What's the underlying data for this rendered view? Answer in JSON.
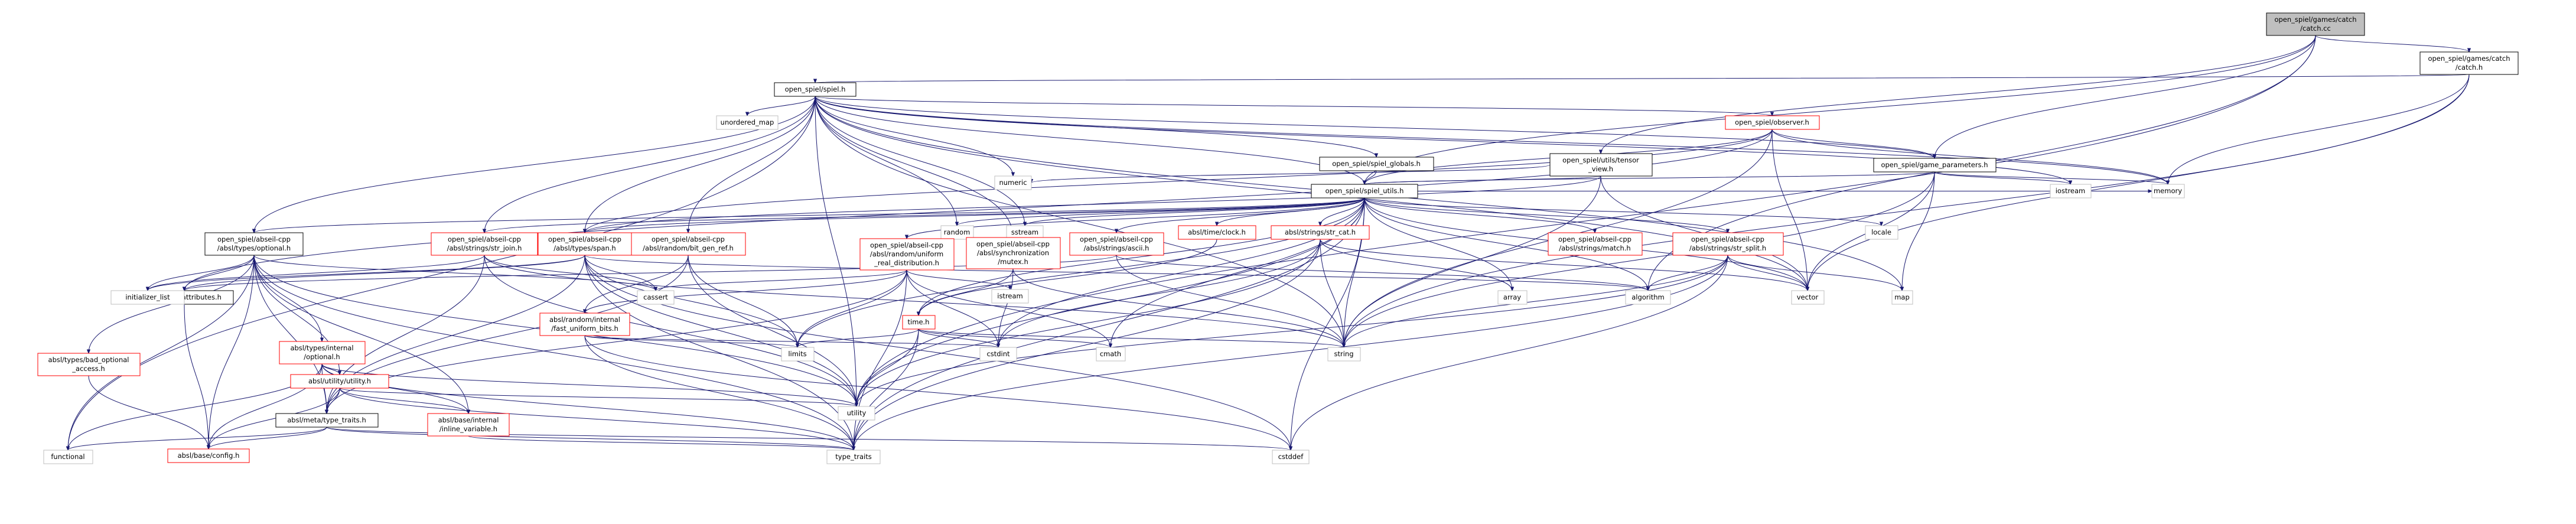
{
  "colors": {
    "root_fill": "#bfbfbf",
    "node_fill": "#ffffff",
    "node_stroke": "#000000",
    "noexpand_stroke": "#bfbfbf",
    "link_stroke": "#ff0000",
    "edge": "#191970"
  },
  "nodes": [
    {
      "id": "catch_cc",
      "lines": [
        "open_spiel/games/catch",
        "/catch.cc"
      ],
      "kind": "root"
    },
    {
      "id": "catch_h",
      "lines": [
        "open_spiel/games/catch",
        "/catch.h"
      ],
      "kind": "file"
    },
    {
      "id": "spiel_h",
      "lines": [
        "open_spiel/spiel.h"
      ],
      "kind": "file"
    },
    {
      "id": "tensor_view",
      "lines": [
        "open_spiel/utils/tensor",
        "_view.h"
      ],
      "kind": "file"
    },
    {
      "id": "observer",
      "lines": [
        "open_spiel/observer.h"
      ],
      "kind": "link"
    },
    {
      "id": "game_parameters",
      "lines": [
        "open_spiel/game_parameters.h"
      ],
      "kind": "file"
    },
    {
      "id": "spiel_globals",
      "lines": [
        "open_spiel/spiel_globals.h"
      ],
      "kind": "file"
    },
    {
      "id": "spiel_utils",
      "lines": [
        "open_spiel/spiel_utils.h"
      ],
      "kind": "file"
    },
    {
      "id": "unordered_map",
      "lines": [
        "unordered_map"
      ],
      "kind": "system"
    },
    {
      "id": "numeric",
      "lines": [
        "numeric"
      ],
      "kind": "system"
    },
    {
      "id": "iostream",
      "lines": [
        "iostream"
      ],
      "kind": "system"
    },
    {
      "id": "memory",
      "lines": [
        "memory"
      ],
      "kind": "system"
    },
    {
      "id": "random",
      "lines": [
        "random"
      ],
      "kind": "system"
    },
    {
      "id": "sstream",
      "lines": [
        "sstream"
      ],
      "kind": "system"
    },
    {
      "id": "locale",
      "lines": [
        "locale"
      ],
      "kind": "system"
    },
    {
      "id": "optional_h",
      "lines": [
        "open_spiel/abseil-cpp",
        "/absl/types/optional.h"
      ],
      "kind": "file"
    },
    {
      "id": "str_join",
      "lines": [
        "open_spiel/abseil-cpp",
        "/absl/strings/str_join.h"
      ],
      "kind": "link"
    },
    {
      "id": "span",
      "lines": [
        "open_spiel/abseil-cpp",
        "/absl/types/span.h"
      ],
      "kind": "link"
    },
    {
      "id": "bit_gen_ref",
      "lines": [
        "open_spiel/abseil-cpp",
        "/absl/random/bit_gen_ref.h"
      ],
      "kind": "link"
    },
    {
      "id": "uniform_real",
      "lines": [
        "open_spiel/abseil-cpp",
        "/absl/random/uniform",
        "_real_distribution.h"
      ],
      "kind": "link"
    },
    {
      "id": "mutex",
      "lines": [
        "open_spiel/abseil-cpp",
        "/absl/synchronization",
        "/mutex.h"
      ],
      "kind": "link"
    },
    {
      "id": "ascii",
      "lines": [
        "open_spiel/abseil-cpp",
        "/absl/strings/ascii.h"
      ],
      "kind": "link"
    },
    {
      "id": "clock",
      "lines": [
        "absl/time/clock.h"
      ],
      "kind": "link"
    },
    {
      "id": "str_cat",
      "lines": [
        "absl/strings/str_cat.h"
      ],
      "kind": "link"
    },
    {
      "id": "match",
      "lines": [
        "open_spiel/abseil-cpp",
        "/absl/strings/match.h"
      ],
      "kind": "link"
    },
    {
      "id": "str_split",
      "lines": [
        "open_spiel/abseil-cpp",
        "/absl/strings/str_split.h"
      ],
      "kind": "link"
    },
    {
      "id": "bad_optional",
      "lines": [
        "absl/types/bad_optional",
        "_access.h"
      ],
      "kind": "link"
    },
    {
      "id": "internal_optional",
      "lines": [
        "absl/types/internal",
        "/optional.h"
      ],
      "kind": "link"
    },
    {
      "id": "fast_uniform",
      "lines": [
        "absl/random/internal",
        "/fast_uniform_bits.h"
      ],
      "kind": "link"
    },
    {
      "id": "time_h",
      "lines": [
        "time.h"
      ],
      "kind": "link"
    },
    {
      "id": "attributes",
      "lines": [
        "absl/base/attributes.h"
      ],
      "kind": "file"
    },
    {
      "id": "utility_h",
      "lines": [
        "absl/utility/utility.h"
      ],
      "kind": "link"
    },
    {
      "id": "inline_variable",
      "lines": [
        "absl/base/internal",
        "/inline_variable.h"
      ],
      "kind": "link"
    },
    {
      "id": "type_traits_h",
      "lines": [
        "absl/meta/type_traits.h"
      ],
      "kind": "file"
    },
    {
      "id": "config",
      "lines": [
        "absl/base/config.h"
      ],
      "kind": "link"
    },
    {
      "id": "initializer_list",
      "lines": [
        "initializer_list"
      ],
      "kind": "system"
    },
    {
      "id": "cassert",
      "lines": [
        "cassert"
      ],
      "kind": "system"
    },
    {
      "id": "functional",
      "lines": [
        "functional"
      ],
      "kind": "system"
    },
    {
      "id": "utility",
      "lines": [
        "utility"
      ],
      "kind": "system"
    },
    {
      "id": "type_traits",
      "lines": [
        "type_traits"
      ],
      "kind": "system"
    },
    {
      "id": "cstddef",
      "lines": [
        "cstddef"
      ],
      "kind": "system"
    },
    {
      "id": "limits",
      "lines": [
        "limits"
      ],
      "kind": "system"
    },
    {
      "id": "cstdint",
      "lines": [
        "cstdint"
      ],
      "kind": "system"
    },
    {
      "id": "cmath",
      "lines": [
        "cmath"
      ],
      "kind": "system"
    },
    {
      "id": "istream",
      "lines": [
        "istream"
      ],
      "kind": "system"
    },
    {
      "id": "string",
      "lines": [
        "string"
      ],
      "kind": "system"
    },
    {
      "id": "array",
      "lines": [
        "array"
      ],
      "kind": "system"
    },
    {
      "id": "algorithm",
      "lines": [
        "algorithm"
      ],
      "kind": "system"
    },
    {
      "id": "vector",
      "lines": [
        "vector"
      ],
      "kind": "system"
    },
    {
      "id": "map",
      "lines": [
        "map"
      ],
      "kind": "system"
    }
  ],
  "edges": [
    [
      "catch_cc",
      "catch_h"
    ],
    [
      "catch_cc",
      "tensor_view"
    ],
    [
      "catch_cc",
      "game_parameters"
    ],
    [
      "catch_cc",
      "spiel_utils"
    ],
    [
      "catch_cc",
      "algorithm"
    ],
    [
      "catch_cc",
      "utility"
    ],
    [
      "catch_h",
      "spiel_h"
    ],
    [
      "catch_h",
      "memory"
    ],
    [
      "catch_h",
      "vector"
    ],
    [
      "catch_h",
      "string"
    ],
    [
      "spiel_h",
      "observer"
    ],
    [
      "spiel_h",
      "game_parameters"
    ],
    [
      "spiel_h",
      "spiel_globals"
    ],
    [
      "spiel_h",
      "spiel_utils"
    ],
    [
      "spiel_h",
      "unordered_map"
    ],
    [
      "spiel_h",
      "numeric"
    ],
    [
      "spiel_h",
      "iostream"
    ],
    [
      "spiel_h",
      "memory"
    ],
    [
      "spiel_h",
      "random"
    ],
    [
      "spiel_h",
      "sstream"
    ],
    [
      "spiel_h",
      "optional_h"
    ],
    [
      "spiel_h",
      "str_join"
    ],
    [
      "spiel_h",
      "span"
    ],
    [
      "spiel_h",
      "bit_gen_ref"
    ],
    [
      "spiel_h",
      "mutex"
    ],
    [
      "spiel_h",
      "functional"
    ],
    [
      "spiel_h",
      "utility"
    ],
    [
      "spiel_h",
      "string"
    ],
    [
      "spiel_h",
      "vector"
    ],
    [
      "spiel_h",
      "map"
    ],
    [
      "tensor_view",
      "spiel_utils"
    ],
    [
      "tensor_view",
      "span"
    ],
    [
      "tensor_view",
      "string"
    ],
    [
      "tensor_view",
      "vector"
    ],
    [
      "tensor_view",
      "numeric"
    ],
    [
      "observer",
      "game_parameters"
    ],
    [
      "observer",
      "spiel_utils"
    ],
    [
      "observer",
      "span"
    ],
    [
      "observer",
      "memory"
    ],
    [
      "observer",
      "string"
    ],
    [
      "observer",
      "vector"
    ],
    [
      "observer",
      "attributes"
    ],
    [
      "game_parameters",
      "spiel_utils"
    ],
    [
      "game_parameters",
      "memory"
    ],
    [
      "game_parameters",
      "map"
    ],
    [
      "game_parameters",
      "string"
    ],
    [
      "game_parameters",
      "vector"
    ],
    [
      "game_parameters",
      "iostream"
    ],
    [
      "spiel_globals",
      "spiel_utils"
    ],
    [
      "spiel_utils",
      "optional_h"
    ],
    [
      "spiel_utils",
      "str_join"
    ],
    [
      "spiel_utils",
      "span"
    ],
    [
      "spiel_utils",
      "uniform_real"
    ],
    [
      "spiel_utils",
      "ascii"
    ],
    [
      "spiel_utils",
      "clock"
    ],
    [
      "spiel_utils",
      "str_cat"
    ],
    [
      "spiel_utils",
      "match"
    ],
    [
      "spiel_utils",
      "str_split"
    ],
    [
      "spiel_utils",
      "time_h"
    ],
    [
      "spiel_utils",
      "random"
    ],
    [
      "spiel_utils",
      "sstream"
    ],
    [
      "spiel_utils",
      "locale"
    ],
    [
      "spiel_utils",
      "memory"
    ],
    [
      "spiel_utils",
      "array"
    ],
    [
      "spiel_utils",
      "algorithm"
    ],
    [
      "spiel_utils",
      "cmath"
    ],
    [
      "spiel_utils",
      "cstdint"
    ],
    [
      "spiel_utils",
      "cstddef"
    ],
    [
      "spiel_utils",
      "string"
    ],
    [
      "spiel_utils",
      "vector"
    ],
    [
      "spiel_utils",
      "utility"
    ],
    [
      "spiel_utils",
      "type_traits"
    ],
    [
      "spiel_utils",
      "limits"
    ],
    [
      "optional_h",
      "bad_optional"
    ],
    [
      "optional_h",
      "internal_optional"
    ],
    [
      "optional_h",
      "attributes"
    ],
    [
      "optional_h",
      "utility_h"
    ],
    [
      "optional_h",
      "type_traits_h"
    ],
    [
      "optional_h",
      "config"
    ],
    [
      "optional_h",
      "initializer_list"
    ],
    [
      "optional_h",
      "cassert"
    ],
    [
      "optional_h",
      "functional"
    ],
    [
      "optional_h",
      "utility"
    ],
    [
      "optional_h",
      "type_traits"
    ],
    [
      "optional_h",
      "inline_variable"
    ],
    [
      "str_join",
      "initializer_list"
    ],
    [
      "str_join",
      "utility"
    ],
    [
      "str_join",
      "cassert"
    ],
    [
      "str_join",
      "type_traits_h"
    ],
    [
      "str_join",
      "string"
    ],
    [
      "span",
      "algorithm"
    ],
    [
      "span",
      "cassert"
    ],
    [
      "span",
      "initializer_list"
    ],
    [
      "span",
      "attributes"
    ],
    [
      "span",
      "type_traits_h"
    ],
    [
      "span",
      "utility"
    ],
    [
      "span",
      "type_traits"
    ],
    [
      "span",
      "limits"
    ],
    [
      "span",
      "cstddef"
    ],
    [
      "bit_gen_ref",
      "fast_uniform"
    ],
    [
      "bit_gen_ref",
      "type_traits_h"
    ],
    [
      "bit_gen_ref",
      "utility"
    ],
    [
      "bit_gen_ref",
      "limits"
    ],
    [
      "uniform_real",
      "fast_uniform"
    ],
    [
      "uniform_real",
      "type_traits_h"
    ],
    [
      "uniform_real",
      "istream"
    ],
    [
      "uniform_real",
      "limits"
    ],
    [
      "uniform_real",
      "cstdint"
    ],
    [
      "uniform_real",
      "cmath"
    ],
    [
      "uniform_real",
      "cassert"
    ],
    [
      "uniform_real",
      "type_traits"
    ],
    [
      "mutex",
      "cstdint"
    ],
    [
      "mutex",
      "string"
    ],
    [
      "mutex",
      "time_h"
    ],
    [
      "ascii",
      "algorithm"
    ],
    [
      "ascii",
      "string"
    ],
    [
      "ascii",
      "attributes"
    ],
    [
      "clock",
      "time_h"
    ],
    [
      "str_cat",
      "array"
    ],
    [
      "str_cat",
      "cstdint"
    ],
    [
      "str_cat",
      "string"
    ],
    [
      "str_cat",
      "type_traits"
    ],
    [
      "str_cat",
      "vector"
    ],
    [
      "str_cat",
      "utility"
    ],
    [
      "str_split",
      "algorithm"
    ],
    [
      "str_split",
      "cstddef"
    ],
    [
      "str_split",
      "map"
    ],
    [
      "str_split",
      "string"
    ],
    [
      "str_split",
      "utility"
    ],
    [
      "str_split",
      "vector"
    ],
    [
      "str_split",
      "type_traits"
    ],
    [
      "bad_optional",
      "config"
    ],
    [
      "internal_optional",
      "utility_h"
    ],
    [
      "internal_optional",
      "inline_variable"
    ],
    [
      "internal_optional",
      "type_traits_h"
    ],
    [
      "internal_optional",
      "functional"
    ],
    [
      "internal_optional",
      "utility"
    ],
    [
      "internal_optional",
      "type_traits"
    ],
    [
      "internal_optional",
      "config"
    ],
    [
      "fast_uniform",
      "cstddef"
    ],
    [
      "fast_uniform",
      "cstdint"
    ],
    [
      "fast_uniform",
      "limits"
    ],
    [
      "fast_uniform",
      "type_traits"
    ],
    [
      "time_h",
      "cmath"
    ],
    [
      "time_h",
      "cstdint"
    ],
    [
      "time_h",
      "limits"
    ],
    [
      "time_h",
      "string"
    ],
    [
      "time_h",
      "type_traits"
    ],
    [
      "time_h",
      "utility"
    ],
    [
      "attributes",
      "config"
    ],
    [
      "utility_h",
      "inline_variable"
    ],
    [
      "utility_h",
      "type_traits_h"
    ],
    [
      "utility_h",
      "utility"
    ],
    [
      "utility_h",
      "type_traits"
    ],
    [
      "utility_h",
      "config"
    ],
    [
      "inline_variable",
      "type_traits"
    ],
    [
      "type_traits_h",
      "config"
    ],
    [
      "type_traits_h",
      "cstddef"
    ],
    [
      "type_traits_h",
      "functional"
    ],
    [
      "type_traits_h",
      "type_traits"
    ]
  ]
}
